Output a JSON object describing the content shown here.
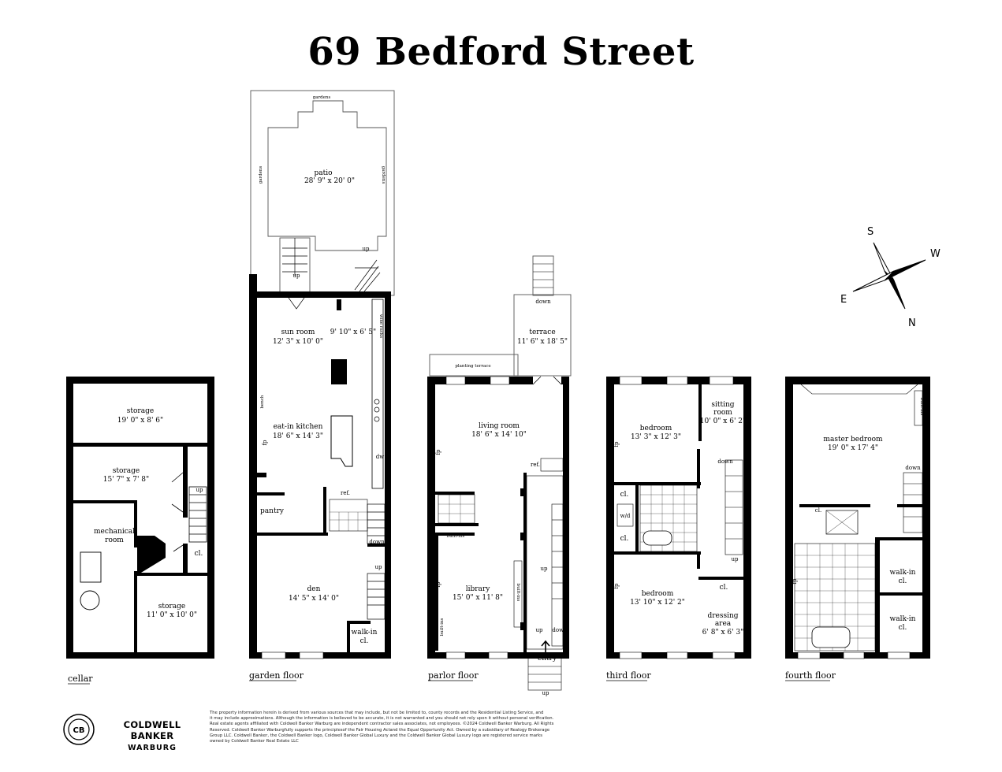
{
  "title": "69 Bedford Street",
  "compass": {
    "S": "S",
    "W": "W",
    "E": "E",
    "N": "N"
  },
  "floors": {
    "cellar": {
      "label": "cellar",
      "rooms": [
        {
          "name": "storage",
          "dims": "19' 0\" x 8' 6\""
        },
        {
          "name": "storage",
          "dims": "15' 7\" x 7' 8\""
        },
        {
          "name": "mechanical\nroom",
          "name1": "mechanical",
          "name2": "room"
        },
        {
          "name": "storage",
          "dims": "11' 0\" x 10' 0\""
        }
      ],
      "misc": {
        "up": "up",
        "cl": "cl."
      }
    },
    "garden": {
      "label": "garden floor",
      "patio": {
        "name": "patio",
        "dims": "28' 9\" x 20' 0\""
      },
      "gardens": "gardens",
      "sun_room": {
        "name": "sun room",
        "dims": "12' 3\" x 10' 0\""
      },
      "nook_dims": "9' 10\" x 6' 5\"",
      "wine_racks": "wine racks",
      "kitchen": {
        "name": "eat-in kitchen",
        "dims": "18' 6\" x 14' 3\""
      },
      "den": {
        "name": "den",
        "dims": "14' 5\" x 14' 0\""
      },
      "pantry": "pantry",
      "walkin": {
        "l1": "walk-in",
        "l2": "cl."
      },
      "bench": "bench",
      "fp": "fp",
      "ref": "ref.",
      "dw": "dw",
      "up": "up",
      "down": "down"
    },
    "parlor": {
      "label": "parlor floor",
      "terrace": {
        "name": "terrace",
        "dims": "11' 6\" x 18' 5\""
      },
      "planting": "planting terrace",
      "living": {
        "name": "living room",
        "dims": "18' 6\" x 14' 10\""
      },
      "library": {
        "name": "library",
        "dims": "15' 0\" x 11' 8\""
      },
      "builtins": "built-ins",
      "entry": "entry",
      "fp": "fp",
      "ref": "ref.",
      "up": "up",
      "down": "down"
    },
    "third": {
      "label": "third floor",
      "bedroom1": {
        "name": "bedroom",
        "dims": "13' 3\" x 12' 3\""
      },
      "sitting": {
        "l1": "sitting",
        "l2": "room",
        "dims": "10' 0\" x 6' 2\""
      },
      "bedroom2": {
        "name": "bedroom",
        "dims": "13' 10\" x 12' 2\""
      },
      "dressing": {
        "l1": "dressing",
        "l2": "area",
        "dims": "6' 8\" x 6' 3\""
      },
      "cl": "cl.",
      "wd": "w/d",
      "fp": "fp",
      "up": "up",
      "down": "down"
    },
    "fourth": {
      "label": "fourth floor",
      "master": {
        "name": "master bedroom",
        "dims": "19' 0\" x 17' 4\""
      },
      "builtins": "built-ins",
      "walkin1": {
        "l1": "walk-in",
        "l2": "cl."
      },
      "walkin2": {
        "l1": "walk-in",
        "l2": "cl."
      },
      "cl": "cl.",
      "fp": "fp",
      "down": "down"
    }
  },
  "brand": {
    "line1": "COLDWELL BANKER",
    "line2": "WARBURG",
    "seal": "CB"
  },
  "disclaimer": [
    "The property information herein is derived from various sources that may include, but not be limited to, county records and the Residential Listing Service, and",
    "it may include approximations. Although the information is believed to be accurate, it is not warranted and you should not rely upon it without personal verification.",
    "Real estate agents affiliated with Coldwell Banker Warburg are independent contractor sales associates, not employees. ©2024 Coldwell Banker Warburg. All Rights",
    "Reserved. Coldwell Banker Warburgfully supports the principlesof the Fair Housing Actand the Equal Opportunity Act. Owned by a subsidiary of Realogy Brokerage",
    "Group LLC. Coldwell Banker, the Coldwell Banker logo, Coldwell Banker Global Luxury and the Coldwell Banker Global Luxury logo are registered service marks",
    "owned by Coldwell Banker Real Estate LLC"
  ]
}
